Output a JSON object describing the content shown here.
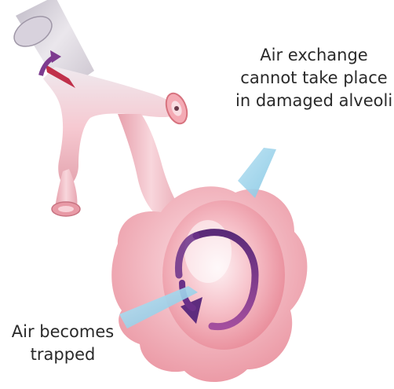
{
  "labels": {
    "exchange": {
      "line1": "Air exchange",
      "line2": "cannot take place",
      "line3": "in damaged alveoli"
    },
    "trapped": {
      "line1": "Air becomes",
      "line2": "trapped"
    }
  },
  "colors": {
    "tissue_light": "#f9dde2",
    "tissue_mid": "#f4aab4",
    "tissue_dark": "#e07a88",
    "airway_gray": "#c9c4cc",
    "pointer_blue": "#9fd3ea",
    "arrow_purple": "#7d3b8f",
    "arrow_red": "#c0304a"
  },
  "icons": [
    "bronchiole-illustration",
    "alveolar-sac-illustration",
    "airflow-circular-arrow-icon",
    "airflow-in-arrow-icon"
  ]
}
